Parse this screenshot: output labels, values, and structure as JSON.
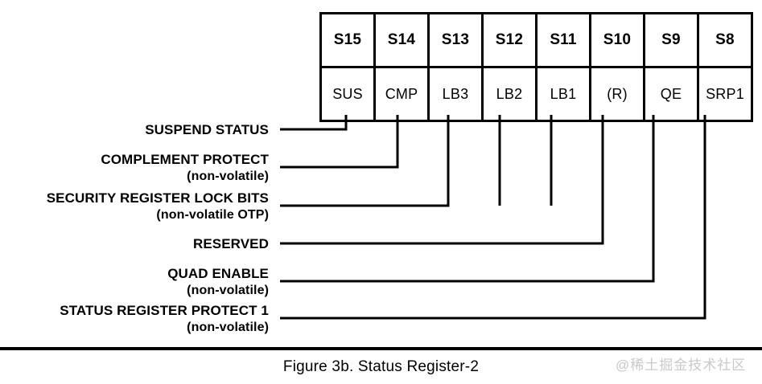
{
  "figure": {
    "caption": "Figure 3b. Status Register-2",
    "watermark": "@稀土掘金技术社区",
    "line_color": "#000000",
    "watermark_color": "#c9c9c9"
  },
  "register": {
    "bit_row_header": [
      "S15",
      "S14",
      "S13",
      "S12",
      "S11",
      "S10",
      "S9",
      "S8"
    ],
    "function_row": [
      "SUS",
      "CMP",
      "LB3",
      "LB2",
      "LB1",
      "(R)",
      "QE",
      "SRP1"
    ],
    "cells": [
      {
        "bit": "S15",
        "func": "SUS"
      },
      {
        "bit": "S14",
        "func": "CMP"
      },
      {
        "bit": "S13",
        "func": "LB3"
      },
      {
        "bit": "S12",
        "func": "LB2"
      },
      {
        "bit": "S11",
        "func": "LB1"
      },
      {
        "bit": "S10",
        "func": "(R)"
      },
      {
        "bit": "S9",
        "func": "QE"
      },
      {
        "bit": "S8",
        "func": "SRP1"
      }
    ]
  },
  "callouts": [
    {
      "main": "SUSPEND STATUS",
      "sub": "",
      "bit": "S15",
      "func": "SUS"
    },
    {
      "main": "COMPLEMENT PROTECT",
      "sub": "(non-volatile)",
      "bit": "S14",
      "func": "CMP"
    },
    {
      "main": "SECURITY REGISTER LOCK BITS",
      "sub": "(non-volatile OTP)",
      "bit": "S13",
      "func": "LB3"
    },
    {
      "main": "RESERVED",
      "sub": "",
      "bit": "S10",
      "func": "(R)"
    },
    {
      "main": "QUAD ENABLE",
      "sub": "(non-volatile)",
      "bit": "S9",
      "func": "QE"
    },
    {
      "main": "STATUS REGISTER PROTECT 1",
      "sub": "(non-volatile)",
      "bit": "S8",
      "func": "SRP1"
    }
  ]
}
